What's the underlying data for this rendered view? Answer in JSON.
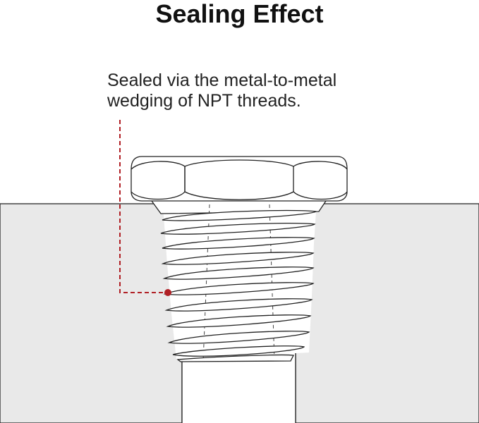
{
  "title": "Sealing Effect",
  "caption": {
    "line1": "Sealed via the metal-to-metal",
    "line2": "wedging of NPT threads."
  },
  "colors": {
    "ground": "#e9e9e9",
    "outline": "#222222",
    "accent": "#b01f24"
  }
}
